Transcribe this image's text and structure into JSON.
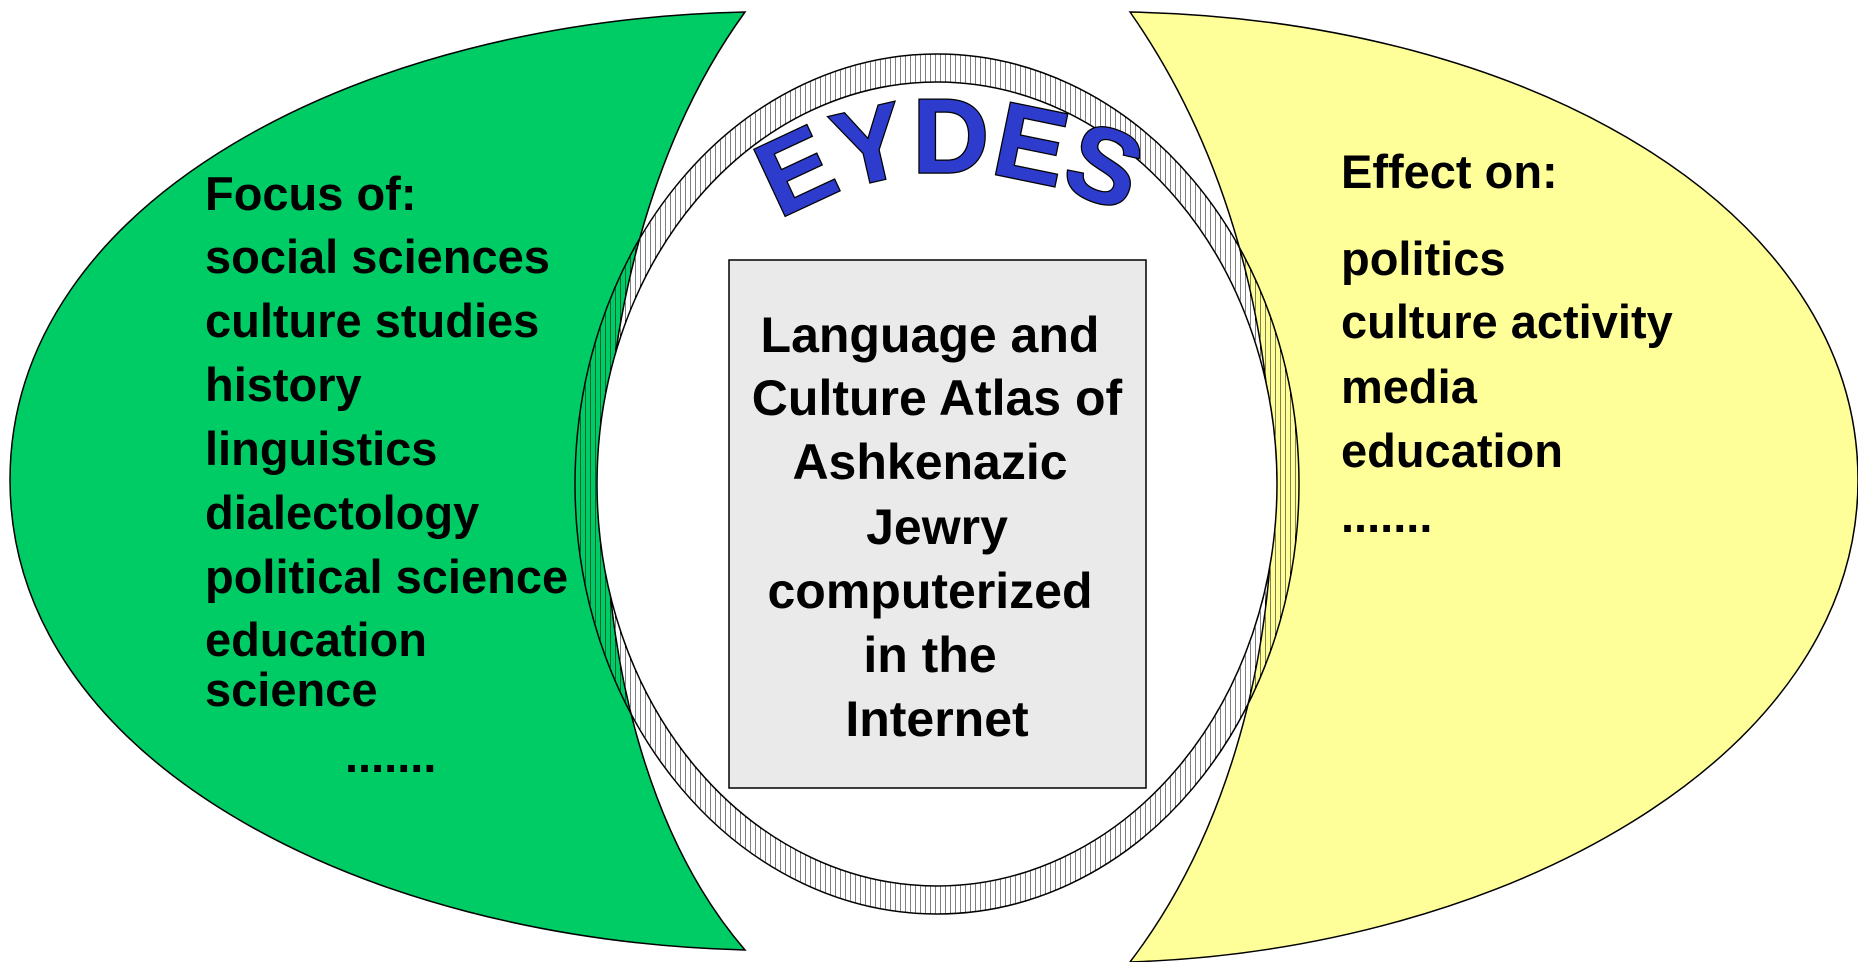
{
  "colors": {
    "left_lobe": "#00cc66",
    "right_lobe": "#ffff99",
    "center_box": "#eaeaea",
    "logo": "#2d3ccc"
  },
  "logo": {
    "text": "EYDES"
  },
  "left": {
    "heading": "Focus of:",
    "items": [
      "social sciences",
      "culture studies",
      "history",
      "linguistics",
      "dialectology",
      "political science",
      "education",
      "science"
    ],
    "ellipsis": "......."
  },
  "right": {
    "heading": "Effect on:",
    "items": [
      "politics",
      "culture activity",
      "media",
      "education"
    ],
    "ellipsis": "......."
  },
  "center": {
    "lines": [
      "Language and",
      "Culture Atlas of",
      "Ashkenazic",
      "Jewry",
      "computerized",
      "in the",
      "Internet"
    ]
  }
}
